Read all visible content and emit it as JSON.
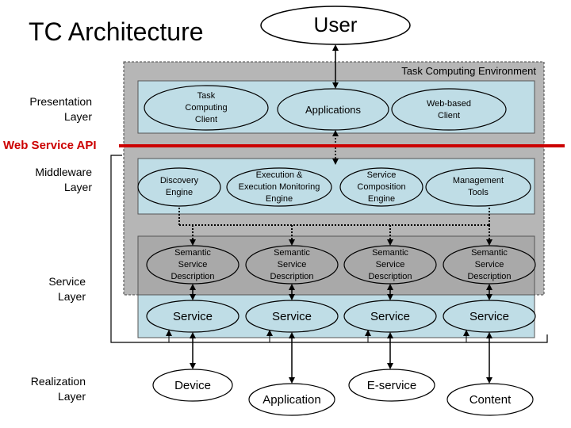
{
  "title": "TC Architecture",
  "user": "User",
  "environment_label": "Task Computing Environment",
  "api_label": "Web Service API",
  "layers": {
    "presentation": "Presentation\nLayer",
    "middleware": "Middleware\nLayer",
    "service": "Service\nLayer",
    "realization": "Realization\nLayer"
  },
  "presentation": {
    "client": "Task\nComputing\nClient",
    "applications": "Applications",
    "web_client": "Web-based\nClient"
  },
  "middleware": {
    "discovery": "Discovery\nEngine",
    "execution": "Execution &\nExecution Monitoring\nEngine",
    "composition": "Service\nComposition\nEngine",
    "management": "Management\nTools"
  },
  "semantic_descriptions": [
    "Semantic\nService\nDescription",
    "Semantic\nService\nDescription",
    "Semantic\nService\nDescription",
    "Semantic\nService\nDescription"
  ],
  "services": [
    "Service",
    "Service",
    "Service",
    "Service"
  ],
  "realization": [
    "Device",
    "Application",
    "E-service",
    "Content"
  ],
  "colors": {
    "panel_outer": "#b6b6b6",
    "panel_inner": "#bfdde6",
    "api_line": "#cc0000"
  }
}
